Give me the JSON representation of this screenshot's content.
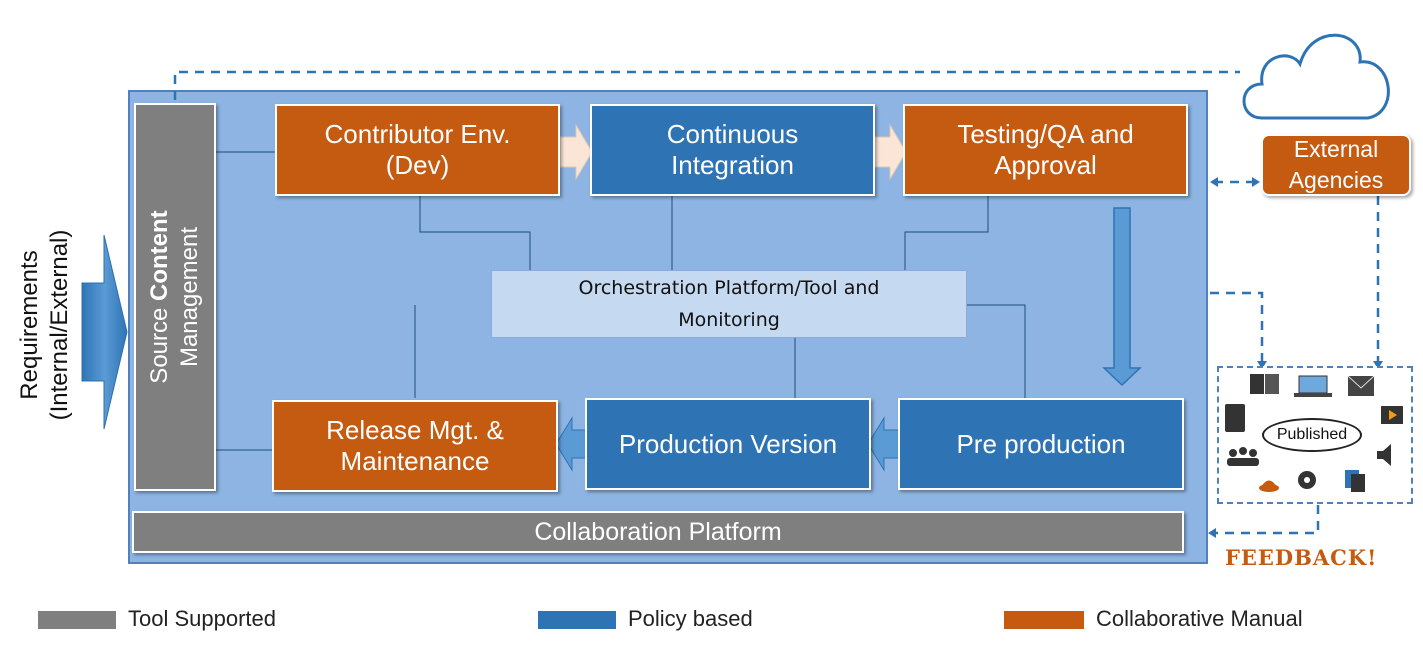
{
  "requirements_label": "Requirements (Internal/External)",
  "source_content": {
    "pre": "Source ",
    "bold": "Content",
    "post": "Management"
  },
  "boxes": {
    "contributor": "Contributor Env. (Dev)",
    "ci": "Continuous Integration",
    "testing": "Testing/QA and Approval",
    "orchestration": "Orchestration Platform/Tool and Monitoring",
    "release": "Release Mgt. & Maintenance",
    "production": "Production Version",
    "preproduction": "Pre production",
    "collaboration": "Collaboration Platform"
  },
  "external_agencies": "External Agencies",
  "published": "Published",
  "feedback": "FEEDBACK!",
  "legend": [
    {
      "label": "Tool Supported",
      "color": "#7f7f7f"
    },
    {
      "label": "Policy based",
      "color": "#2e74b5"
    },
    {
      "label": "Collaborative Manual",
      "color": "#c55a11"
    }
  ],
  "colors": {
    "tool": "#7f7f7f",
    "policy": "#2e74b5",
    "manual": "#c55a11",
    "frame": "#8db4e2"
  }
}
